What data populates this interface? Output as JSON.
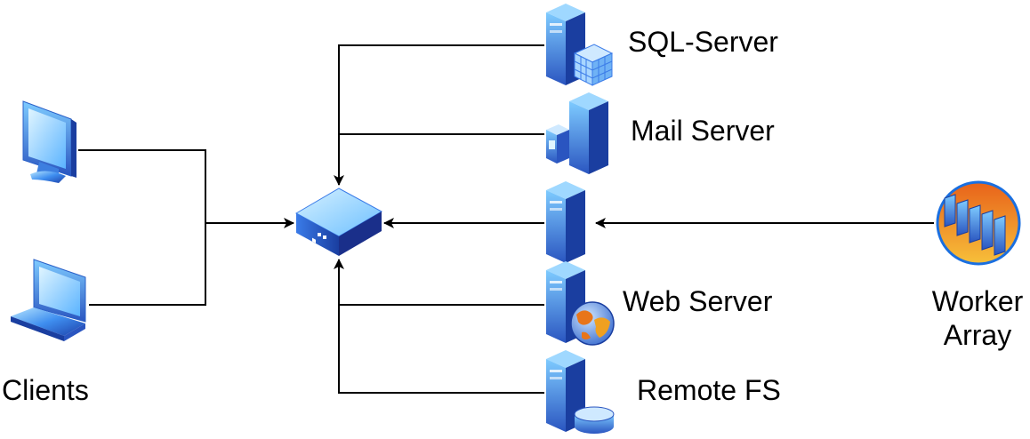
{
  "labels": {
    "sql_server": "SQL-Server",
    "mail_server": "Mail Server",
    "web_server": "Web Server",
    "remote_fs": "Remote FS",
    "clients": "Clients",
    "worker_array": "Worker\nArray"
  },
  "colors": {
    "edge": "#000000",
    "server_light": "#a6dcff",
    "server_dark": "#1a4fb8",
    "globe_orange": "#e8751a",
    "worker_orange": "#f0a020"
  },
  "icons": {
    "clients": [
      "desktop-monitor-icon",
      "laptop-icon"
    ],
    "hub": "network-switch-icon",
    "servers": [
      "database-server-icon",
      "mail-server-icon",
      "server-icon",
      "web-server-icon",
      "file-server-icon"
    ],
    "worker": "worker-array-icon"
  }
}
